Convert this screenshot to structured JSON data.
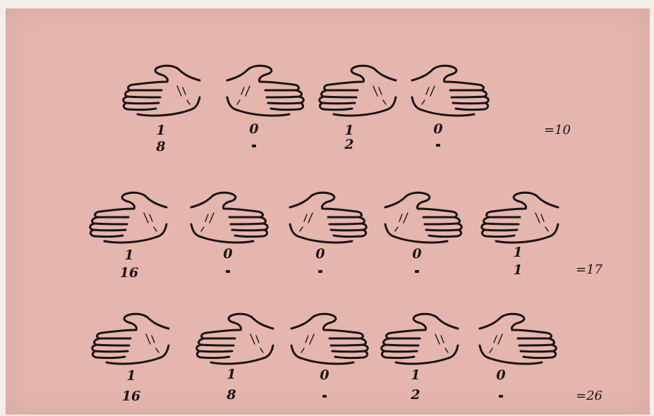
{
  "rows": [
    {
      "result": "=10",
      "hands": [
        {
          "top": "1",
          "bottom": "8",
          "facing": "left"
        },
        {
          "top": "0",
          "bottom": "-",
          "facing": "right"
        },
        {
          "top": "1",
          "bottom": "2",
          "facing": "left"
        },
        {
          "top": "0",
          "bottom": "-",
          "facing": "right"
        }
      ]
    },
    {
      "result": "=17",
      "hands": [
        {
          "top": "1",
          "bottom": "16",
          "facing": "left"
        },
        {
          "top": "0",
          "bottom": "-",
          "facing": "right"
        },
        {
          "top": "0",
          "bottom": "-",
          "facing": "right"
        },
        {
          "top": "0",
          "bottom": "-",
          "facing": "right"
        },
        {
          "top": "1",
          "bottom": "1",
          "facing": "left"
        }
      ]
    },
    {
      "result": "=26",
      "hands": [
        {
          "top": "1",
          "bottom": "16",
          "facing": "left"
        },
        {
          "top": "1",
          "bottom": "8",
          "facing": "left"
        },
        {
          "top": "0",
          "bottom": "-",
          "facing": "right"
        },
        {
          "top": "1",
          "bottom": "2",
          "facing": "left"
        },
        {
          "top": "0",
          "bottom": "-",
          "facing": "right"
        }
      ]
    }
  ]
}
